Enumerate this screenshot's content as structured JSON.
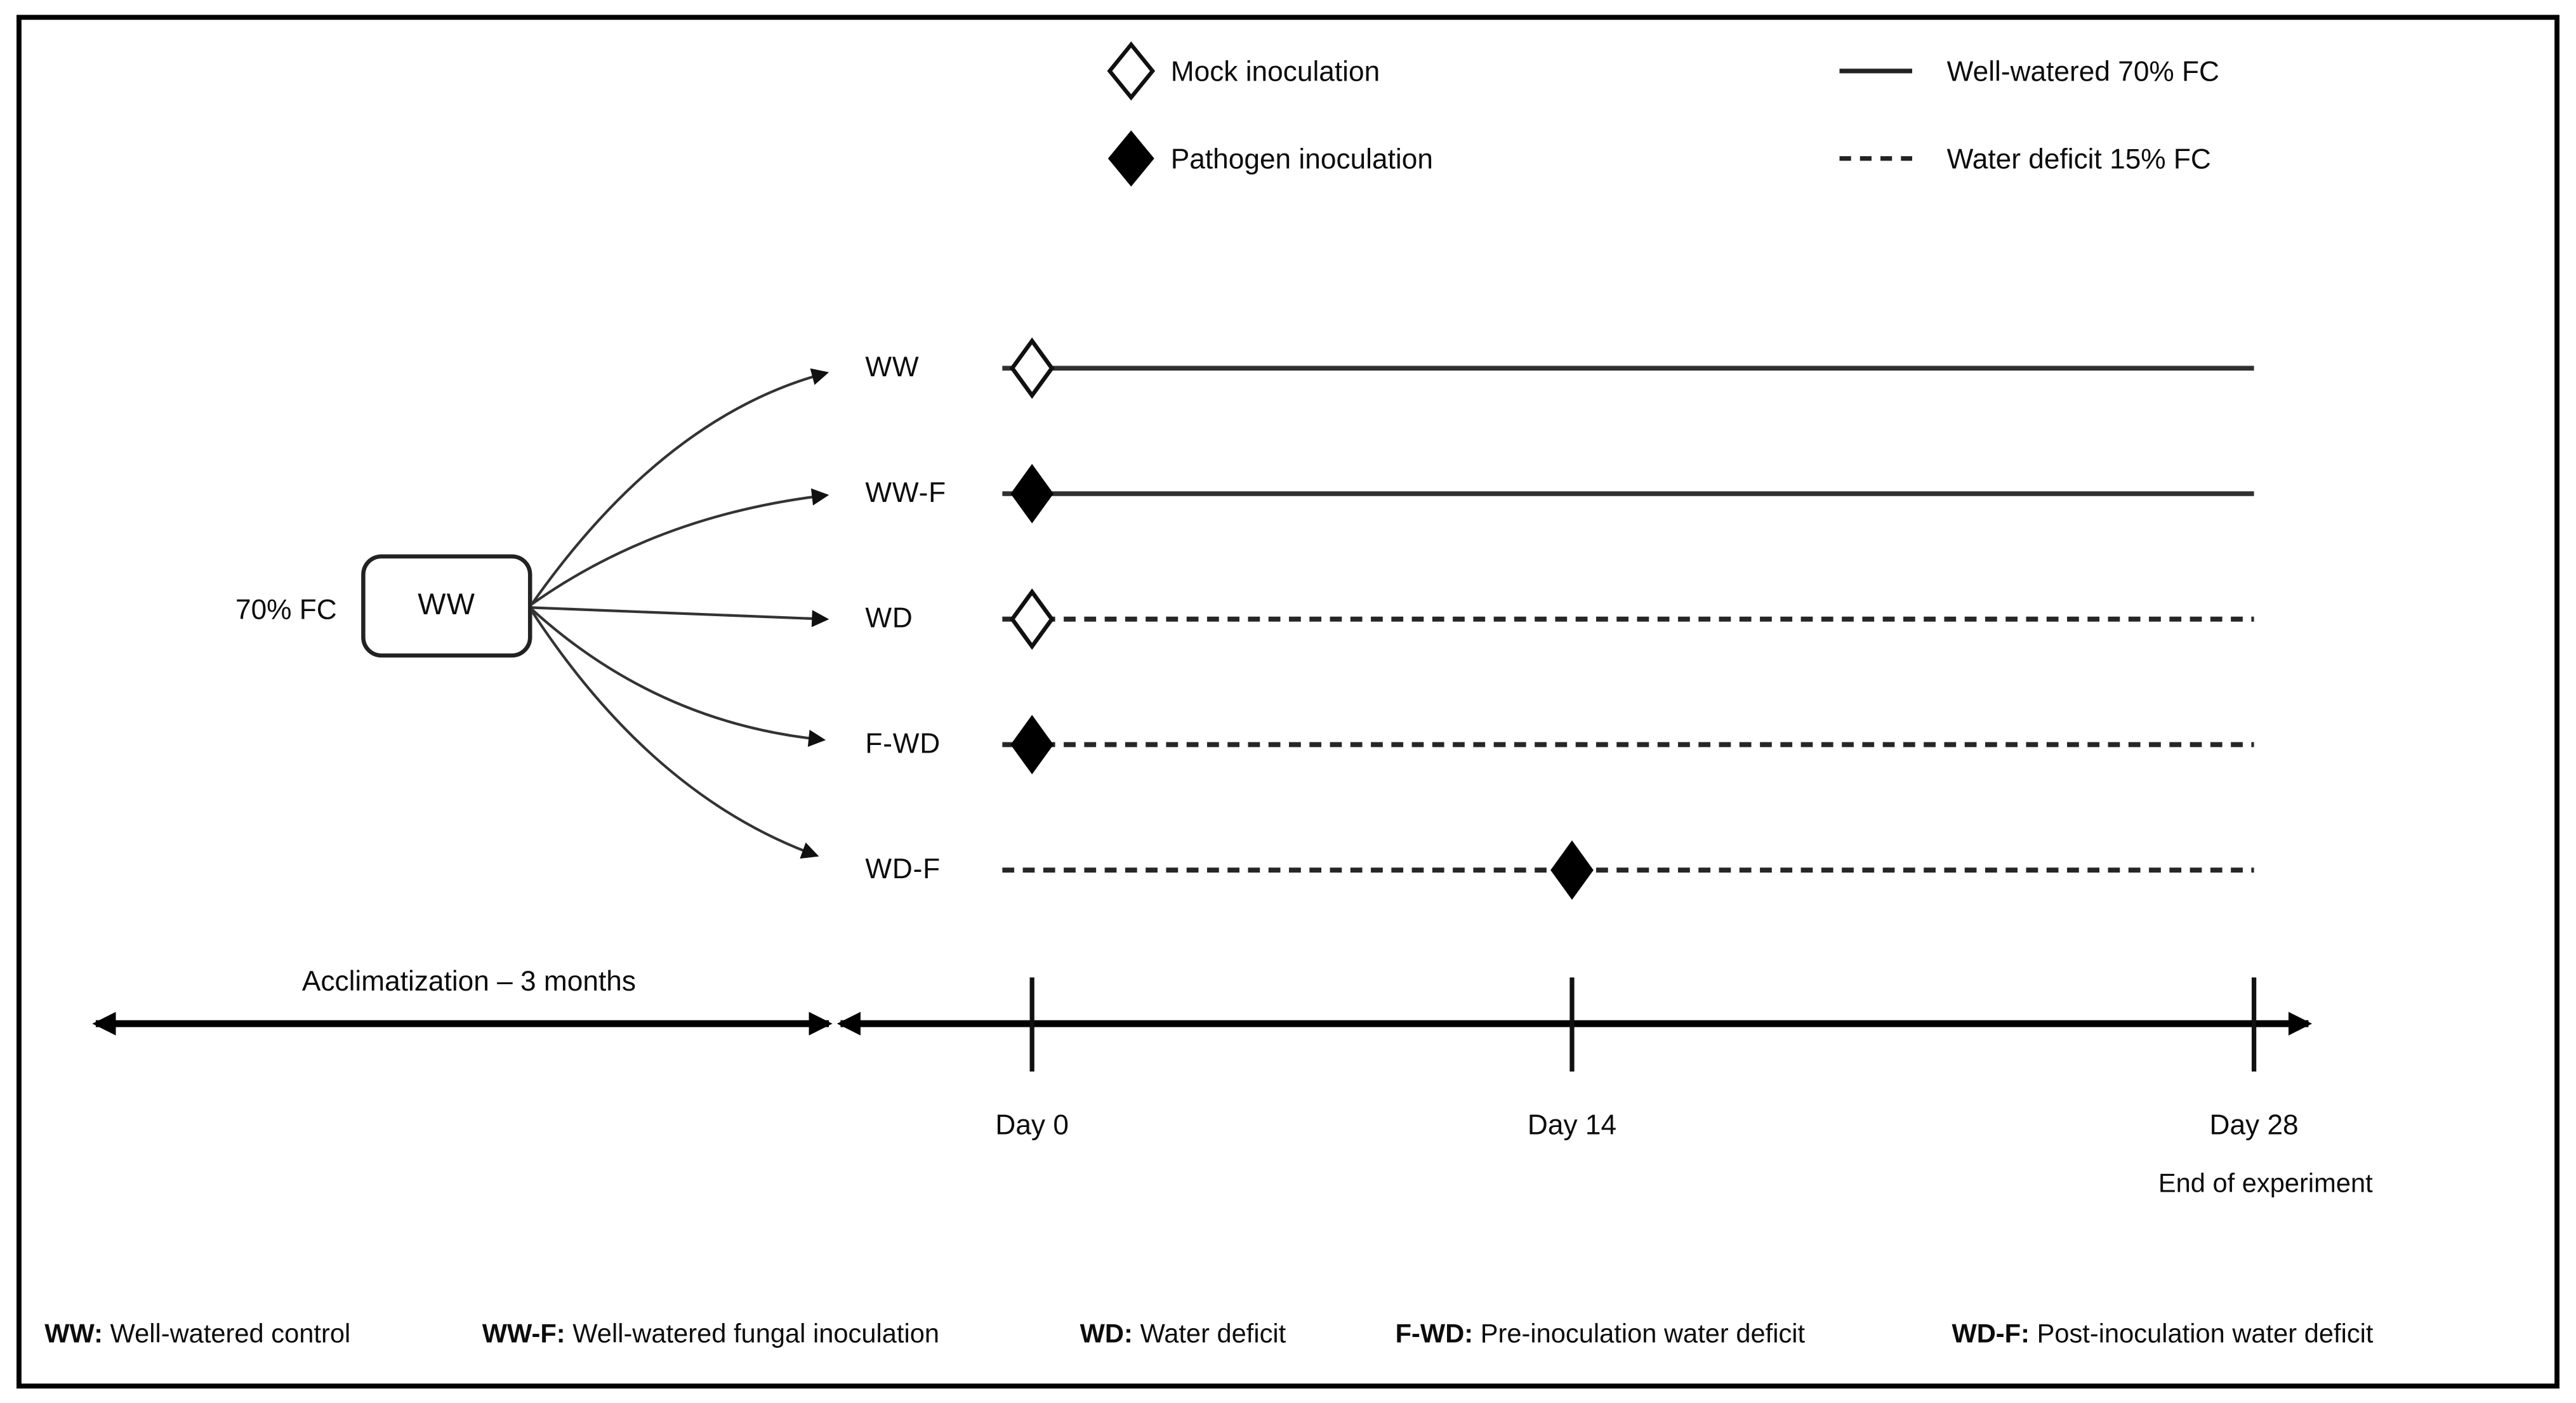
{
  "figure": {
    "title_note": "Experimental design timeline",
    "colors": {
      "ink": "#000000",
      "line_gray": "#303030",
      "background": "#ffffff"
    },
    "legend": {
      "markers": [
        {
          "icon": "open-diamond-icon",
          "label": "Mock inoculation",
          "fill": "open"
        },
        {
          "icon": "filled-diamond-icon",
          "label": "Pathogen inoculation",
          "fill": "filled"
        }
      ],
      "lines": [
        {
          "icon": "solid-line-icon",
          "label": "Well-watered 70% FC",
          "style": "solid"
        },
        {
          "icon": "dashed-line-icon",
          "label": "Water deficit 15% FC",
          "style": "dashed"
        }
      ]
    },
    "source": {
      "box_label": "WW",
      "annotation": "70% FC"
    },
    "treatments": [
      {
        "label": "WW",
        "line_style": "solid",
        "marker": "mock",
        "marker_day": 0
      },
      {
        "label": "WW-F",
        "line_style": "solid",
        "marker": "pathogen",
        "marker_day": 0
      },
      {
        "label": "WD",
        "line_style": "dashed",
        "marker": "mock",
        "marker_day": 0
      },
      {
        "label": "F-WD",
        "line_style": "dashed",
        "marker": "pathogen",
        "marker_day": 0
      },
      {
        "label": "WD-F",
        "line_style": "dashed",
        "marker": "pathogen",
        "marker_day": 14
      }
    ],
    "timeline": {
      "acclimatization": "Acclimatization – 3 months",
      "ticks": [
        {
          "day": 0,
          "label": "Day 0"
        },
        {
          "day": 14,
          "label": "Day 14"
        },
        {
          "day": 28,
          "label": "Day 28"
        }
      ],
      "end_note": "End of experiment"
    },
    "abbreviations": [
      {
        "term": "WW:",
        "definition": "Well-watered control"
      },
      {
        "term": "WW-F:",
        "definition": "Well-watered fungal inoculation"
      },
      {
        "term": "WD:",
        "definition": "Water deficit"
      },
      {
        "term": "F-WD:",
        "definition": "Pre-inoculation water deficit"
      },
      {
        "term": "WD-F:",
        "definition": "Post-inoculation water deficit"
      }
    ]
  }
}
